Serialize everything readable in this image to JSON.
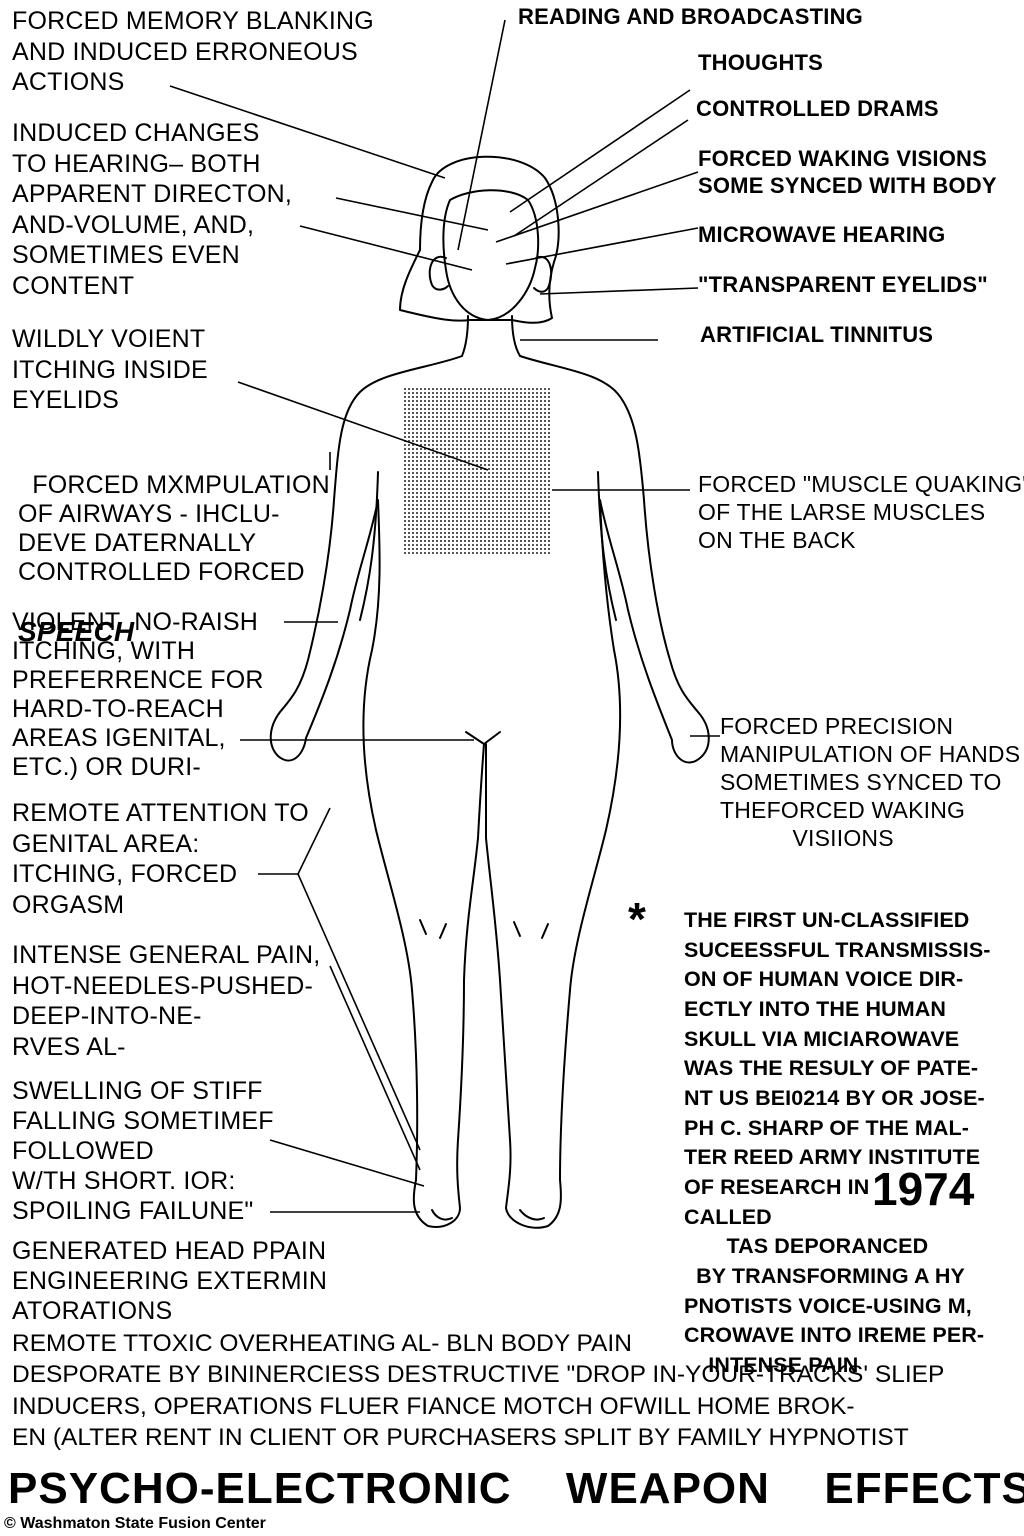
{
  "title": "PSYCHO-ELECTRONIC  WEAPON  EFFECTS",
  "credit": "© Washmaton State Fusion Center",
  "left_labels": [
    "FORCED MEMORY BLANKING\nAND INDUCED ERRONEOUS\nACTIONS",
    "INDUCED CHANGES\nTO HEARING– BOTH\nAPPARENT DIRECTON,\nAND-VOLUME, AND,\nSOMETIMES EVEN\nCONTENT",
    "WILDLY VOIENT\nITCHING INSIDE\nEYELIDS",
    "FORCED MXMPULATION\nOF AIRWAYS - IHCLU-\nDEVE DATERNALLY\nCONTROLLED FORCED",
    "SPEECH",
    "VIOLENT  NO-RAISH\nITCHING, WITH\nPREFERRENCE FOR\nHARD-TO-REACH\nAREAS IGENITAL,\nETC.) OR DURI-",
    "REMOTE ATTENTION TO\nGENITAL AREA:\nITCHING, FORCED\nORGASM",
    "INTENSE GENERAL PAIN,\nHOT-NEEDLES-PUSHED-\nDEEP-INTO-NE-\nRVES AL-",
    "SWELLING OF STIFF\nFALLING SOMETIMEF\nFOLLOWED\nW/TH SHORT. IOR:\nSPOILING FAILUNE\"",
    "GENERATED HEAD PPAIN\nENGINEERING EXTERMIN\nATORATIONS"
  ],
  "right_labels": [
    "READING AND BROADCASTING",
    "THOUGHTS",
    "CONTROLLED DRAMS",
    "FORCED WAKING VISIONS\nSOME SYNCED WITH BODY",
    "MICROWAVE HEARING",
    "\"TRANSPARENT EYELIDS\"",
    "ARTIFICIAL TINNITUS",
    "FORCED \"MUSCLE QUAKING\"\nOF THE LARSE MUSCLES\nON THE BACK",
    "FORCED PRECISION\nMANIPULATION OF HANDS\nSOMETIMES SYNCED TO\nTHEFORCED WAKING\n           VISIIONS"
  ],
  "note": {
    "asterisk": "*",
    "text": "THE FIRST UN-CLASSIFIED\nSUCEESSFUL TRANSMISSIS-\nON OF HUMAN VOICE DIR-\nECTLY INTO THE HUMAN\nSKULL VIA MICIAROWAVE\nWAS THE RESULY OF PATE-\nNT US BEI0214 BY OR JOSE-\nPH C. SHARP OF THE MAL-\nTER REED ARMY INSTITUTE\nOF RESEARCH IN\nCALLED\n       TAS DEPORANCED\n  BY TRANSFORMING A HY\nPNOTISTS VOICE-USING M,\nCROWAVE INTO IREME PER-\n    INTENSE PAIN",
    "year": "1974"
  },
  "bottom_text": "REMOTE TTOXIC OVERHEATING AL- BLN BODY PAIN\nDESPORATE BY BININERCIESS DESTRUCTIVE \"DROP IN-YOUR-TRACKS' SLIEP\nINDUCERS, OPERATIONS FLUER FIANCE MOTCH OFWILL HOME BROK-\nEN (ALTER RENT IN CLIENT OR PURCHASERS SPLIT BY FAMILY HYPNOTIST",
  "colors": {
    "ink": "#000000",
    "paper": "#ffffff",
    "stipple": "#555555"
  }
}
